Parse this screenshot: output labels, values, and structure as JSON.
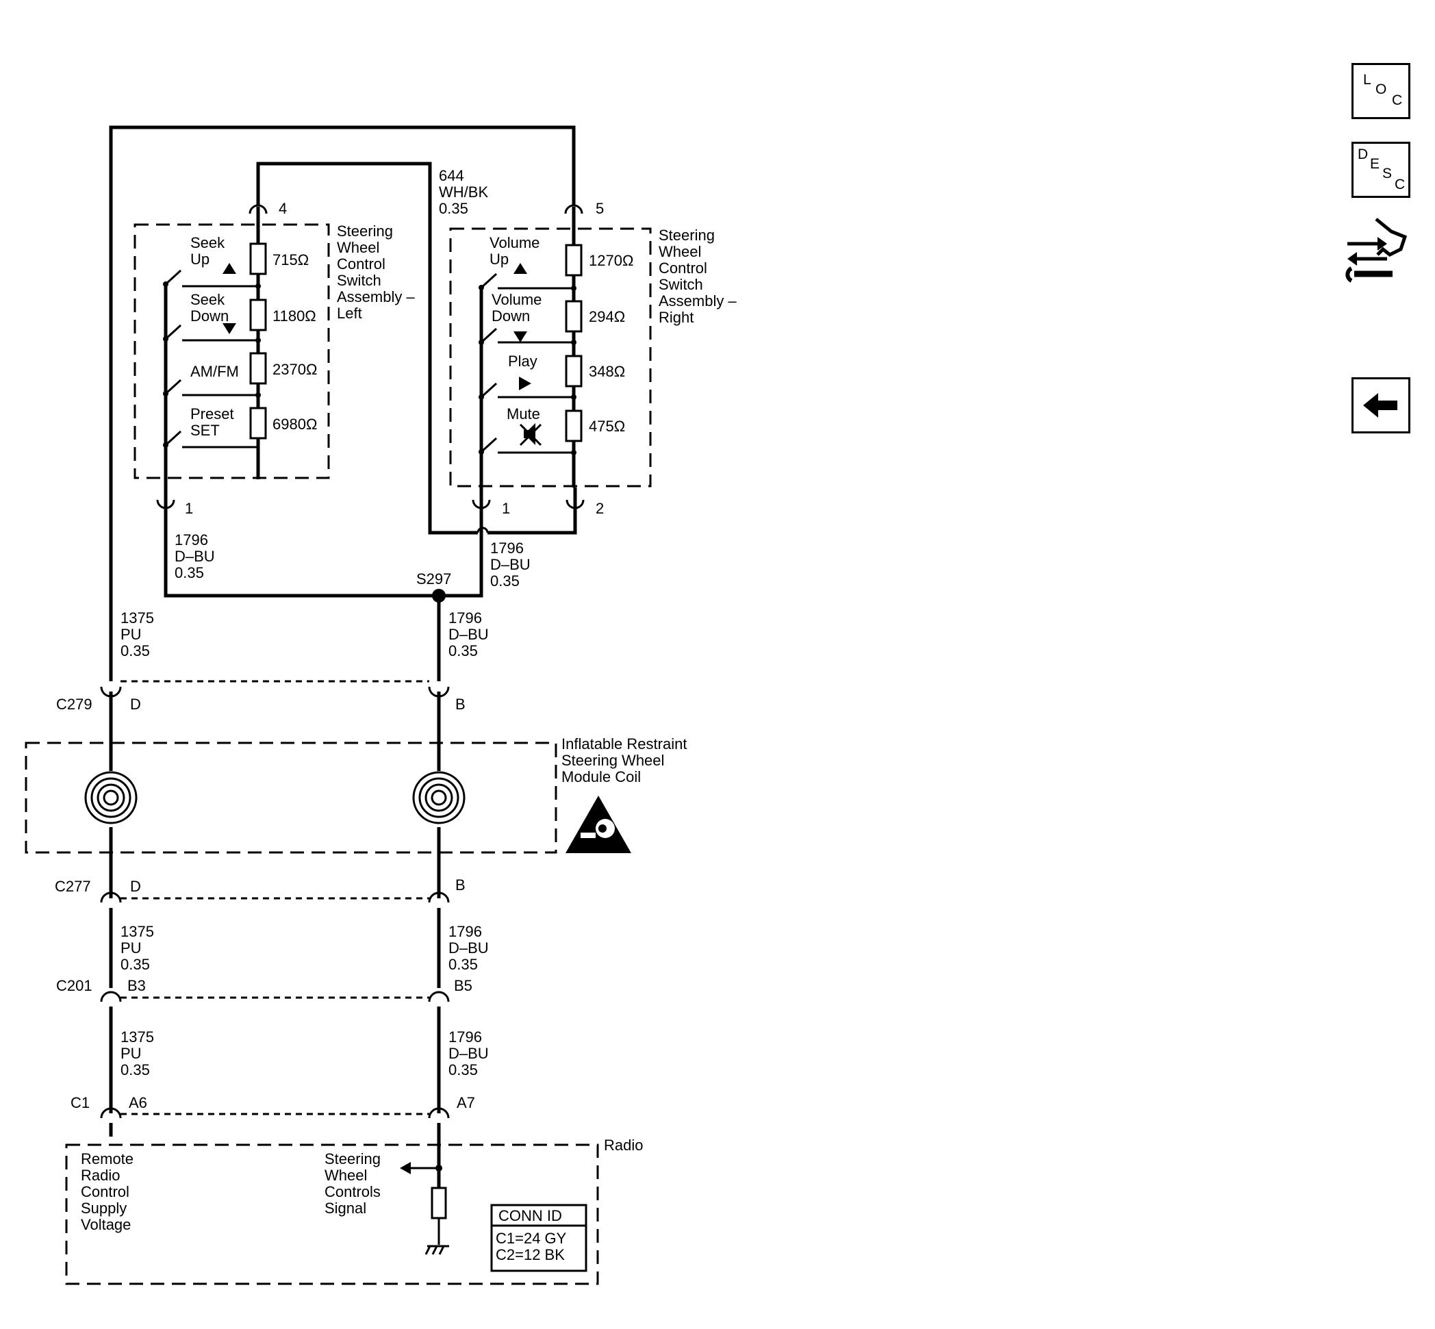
{
  "nav": {
    "loc": [
      "L",
      "O",
      "C"
    ],
    "desc": [
      "D",
      "E",
      "S",
      "C"
    ]
  },
  "left_switch": {
    "title": [
      "Steering",
      "Wheel",
      "Control",
      "Switch",
      "Assembly –",
      "Left"
    ],
    "switches": [
      [
        "Seek",
        "Up"
      ],
      [
        "Seek",
        "Down"
      ],
      [
        "AM/FM"
      ],
      [
        "Preset",
        "SET"
      ]
    ],
    "resistors": [
      "715Ω",
      "1180Ω",
      "2370Ω",
      "6980Ω"
    ],
    "pins": {
      "top": "4",
      "bottom": "1"
    }
  },
  "right_switch": {
    "title": [
      "Steering",
      "Wheel",
      "Control",
      "Switch",
      "Assembly –",
      "Right"
    ],
    "switches": [
      [
        "Volume",
        "Up"
      ],
      [
        "Volume",
        "Down"
      ],
      [
        "Play"
      ],
      [
        "Mute"
      ]
    ],
    "resistors": [
      "1270Ω",
      "294Ω",
      "348Ω",
      "475Ω"
    ],
    "pins": {
      "top": "5",
      "bottom_left": "1",
      "bottom_right": "2"
    }
  },
  "wires": {
    "wh_bk": [
      "644",
      "WH/BK",
      "0.35"
    ],
    "dbu_left": [
      "1796",
      "D–BU",
      "0.35"
    ],
    "dbu_right": [
      "1796",
      "D–BU",
      "0.35"
    ],
    "dbu_main": [
      "1796",
      "D–BU",
      "0.35"
    ],
    "pu_main": [
      "1375",
      "PU",
      "0.35"
    ],
    "pu_mid": [
      "1375",
      "PU",
      "0.35"
    ],
    "dbu_mid": [
      "1796",
      "D–BU",
      "0.35"
    ],
    "pu_low": [
      "1375",
      "PU",
      "0.35"
    ],
    "dbu_low": [
      "1796",
      "D–BU",
      "0.35"
    ]
  },
  "splice": "S297",
  "connectors": {
    "c279": {
      "name": "C279",
      "left_pin": "D",
      "right_pin": "B"
    },
    "c277": {
      "name": "C277",
      "left_pin": "D",
      "right_pin": "B"
    },
    "c201": {
      "name": "C201",
      "left_pin": "B3",
      "right_pin": "B5"
    },
    "c1": {
      "name": "C1",
      "left_pin": "A6",
      "right_pin": "A7"
    }
  },
  "coil": {
    "title": [
      "Inflatable Restraint",
      "Steering Wheel",
      "Module Coil"
    ]
  },
  "radio": {
    "title": "Radio",
    "supply_label": [
      "Remote",
      "Radio",
      "Control",
      "Supply",
      "Voltage"
    ],
    "signal_label": [
      "Steering",
      "Wheel",
      "Controls",
      "Signal"
    ],
    "conn_id": {
      "header": "CONN ID",
      "rows": [
        "C1=24 GY",
        "C2=12 BK"
      ]
    }
  }
}
